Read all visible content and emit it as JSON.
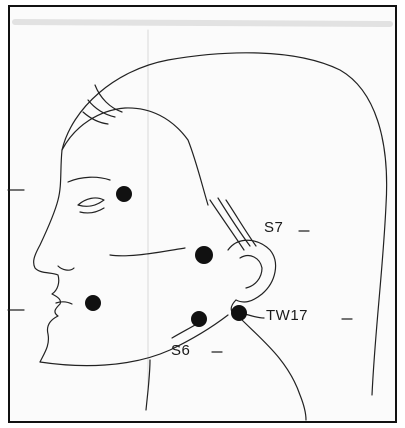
{
  "labels": {
    "s7": "S7",
    "tw17": "TW17",
    "s6": "S6"
  },
  "colors": {
    "ink": "#222222",
    "point": "#111111",
    "paper": "#fbfbfb"
  }
}
